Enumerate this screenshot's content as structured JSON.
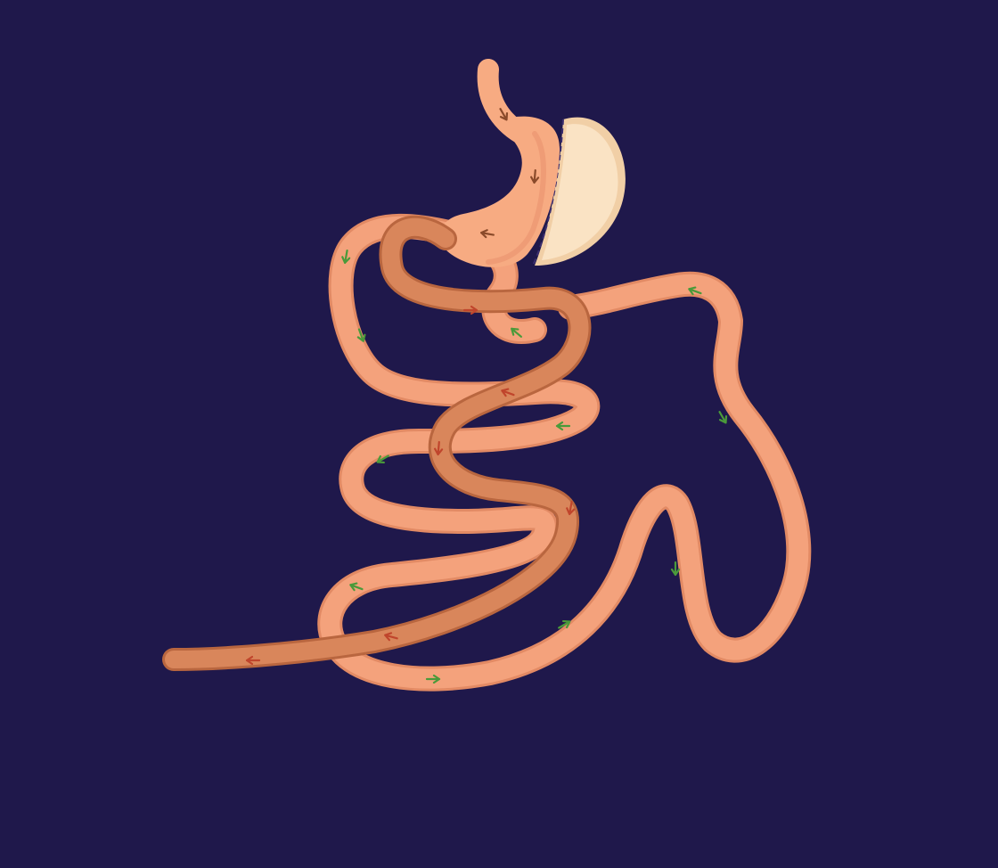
{
  "colors": {
    "background": "#1f184b",
    "intestine": "#f4a27c",
    "intestine_outline": "#e28a64",
    "limb_dark": "#d9865b",
    "limb_dark_outline": "#b9663f",
    "stomach": "#f7ab82",
    "stomach_shade": "#eb9570",
    "excluded_stomach": "#fae3c4",
    "excluded_stomach_shade": "#f1cfa6",
    "staple_line": "#3a2d6e",
    "arrow_food": "#c0452c",
    "arrow_digestive": "#4a9a3a",
    "arrow_stomach": "#8a4a2a"
  },
  "diagram": {
    "labels": [],
    "arrow_semantics": {
      "arrow_food": "red-arrow",
      "arrow_digestive": "green-arrow",
      "arrow_stomach": "brown-arrow"
    }
  }
}
